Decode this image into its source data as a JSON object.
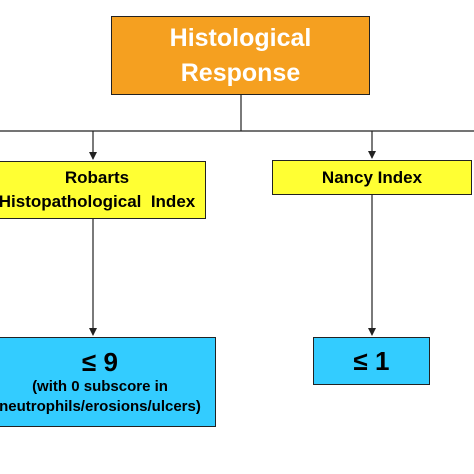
{
  "root": {
    "line1": "Histological",
    "line2": "Response"
  },
  "branches": [
    {
      "index_line1": "Robarts",
      "index_line2": "Histopathological  Index",
      "threshold": "≤ 9",
      "note_line1": "(with 0 subscore in",
      "note_line2": "neutrophils/erosions/ulcers)"
    },
    {
      "index_line1": "Nancy Index",
      "threshold": "≤ 1"
    }
  ],
  "colors": {
    "root_fill": "#f5a020",
    "index_fill": "#ffff33",
    "threshold_fill": "#33ccff",
    "root_text": "#ffffff",
    "lines": "#222222"
  }
}
